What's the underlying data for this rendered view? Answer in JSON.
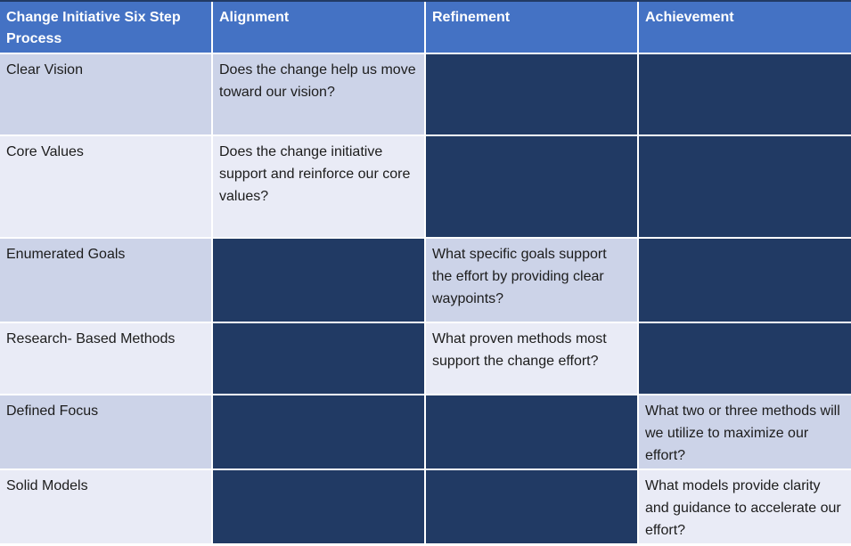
{
  "table": {
    "title": "Change Initiative Six Step Process",
    "header": {
      "col0": "Change Initiative Six Step Process",
      "col1": "Alignment",
      "col2": "Refinement",
      "col3": "Achievement"
    },
    "rows": [
      {
        "step": "Clear Vision",
        "question_column": "Alignment",
        "question": "Does the change help us move toward our vision?"
      },
      {
        "step": "Core Values",
        "question_column": "Alignment",
        "question": "Does the change initiative support and reinforce our core values?"
      },
      {
        "step": "Enumerated Goals",
        "question_column": "Refinement",
        "question": "What specific goals support the effort by providing clear waypoints?"
      },
      {
        "step": "Research- Based Methods",
        "question_column": "Refinement",
        "question": "What proven methods most support the change effort?"
      },
      {
        "step": "Defined Focus",
        "question_column": "Achievement",
        "question": "What two or three methods will we utilize to maximize our effort?"
      },
      {
        "step": "Solid Models",
        "question_column": "Achievement",
        "question": "What models provide clarity and guidance to accelerate our effort?"
      }
    ],
    "colors": {
      "header_bg": "#4472c4",
      "header_text": "#ffffff",
      "band_lavender": "#ccd3e8",
      "band_pale": "#e9ebf6",
      "blocked_cell": "#213a64",
      "gridline": "#ffffff",
      "body_text": "#1c1c1c",
      "top_edge_line": "#223a64"
    }
  }
}
